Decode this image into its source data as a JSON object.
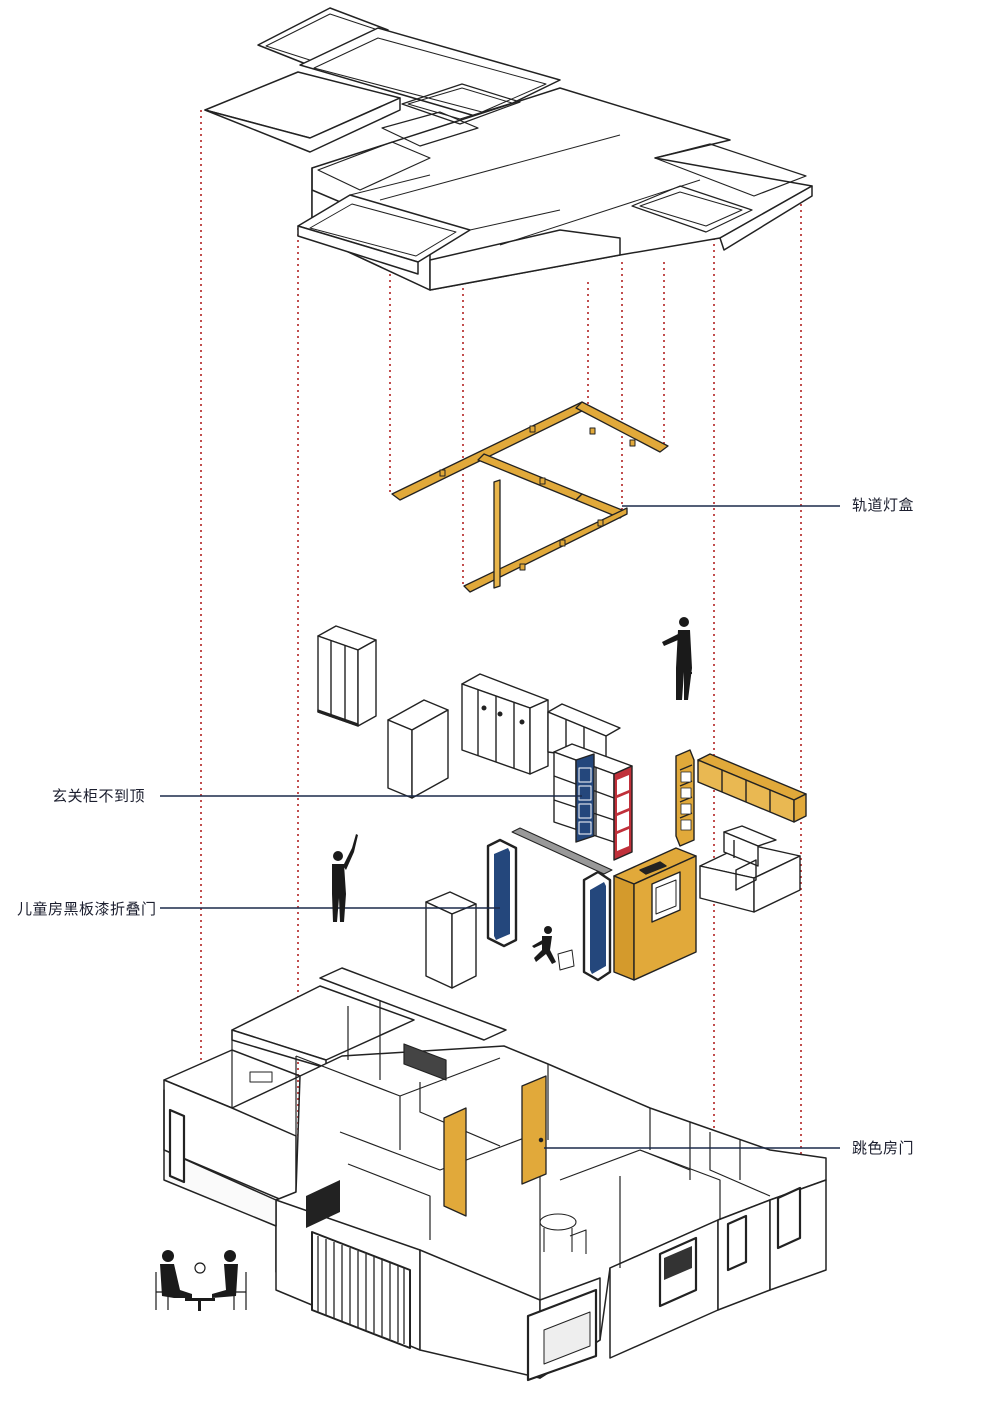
{
  "labels": {
    "track_light_box": "轨道灯盒",
    "foyer_cabinet": "玄关柜不到顶",
    "kids_room_door": "儿童房黑板漆折叠门",
    "color_door": "跳色房门"
  },
  "colors": {
    "line": "#222222",
    "leader": "#1b2a4a",
    "dotted_guide": "#b22222",
    "accent_yellow": "#e1a93a",
    "accent_blue": "#24477c",
    "accent_red": "#c0303a",
    "figure": "#1a1a1a"
  },
  "layers": [
    "ceiling",
    "track-lighting",
    "furniture",
    "floor-plan"
  ]
}
